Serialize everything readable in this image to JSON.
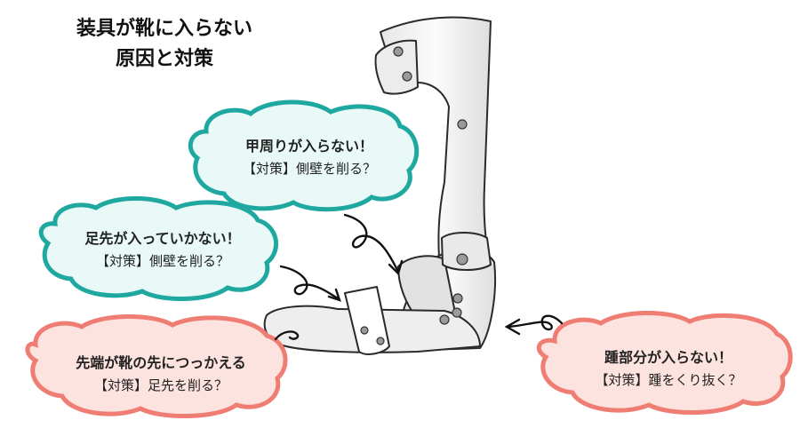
{
  "title": {
    "line1": "装具が靴に入らない",
    "line2": "原因と対策"
  },
  "bubbles": [
    {
      "id": "instep",
      "title": "甲周りが入らない！",
      "fix": "【対策】側壁を削る？",
      "color": "#e8f9f7",
      "border": "#1fa8a0"
    },
    {
      "id": "toe",
      "title": "足先が入っていかない！",
      "fix": "【対策】側壁を削る？",
      "color": "#e8f9f7",
      "border": "#1fa8a0"
    },
    {
      "id": "tip",
      "title": "先端が靴の先につっかえる",
      "fix": "【対策】足先を削る？",
      "color": "#fde3df",
      "border": "#ef7d73"
    },
    {
      "id": "heel",
      "title": "踵部分が入らない！",
      "fix": "【対策】踵をくり抜く？",
      "color": "#fde3df",
      "border": "#ef7d73"
    }
  ],
  "colors": {
    "brace_fill": "#f4f4f4",
    "brace_outline": "#2a2a2a",
    "rivet": "#9a9a9a",
    "arrow": "#111111"
  }
}
